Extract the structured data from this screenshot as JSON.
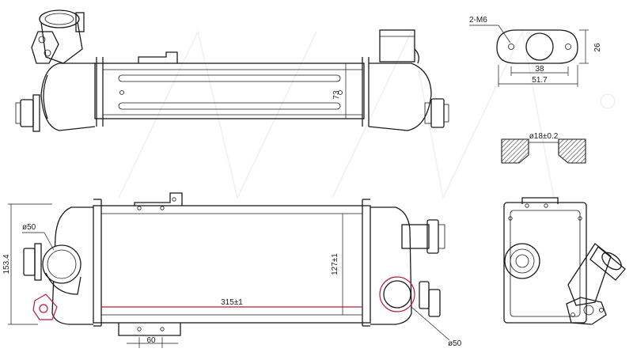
{
  "drawing": {
    "labels": {
      "bolt_note": "2-M6",
      "flange_height": "26",
      "bolt_spacing": "38",
      "flange_width": "51.7",
      "top_core_height": "73",
      "hole_diameter": "ø18±0.2",
      "inlet_diameter": "ø50",
      "overall_height": "153.4",
      "core_height": "127±1",
      "core_length": "315±1",
      "bracket_spacing": "60",
      "outlet_diameter": "ø50"
    },
    "colors": {
      "line": "#1a1a1a",
      "accent": "#c0183a",
      "hatch": "#555555",
      "watermark": "#eef0f3"
    }
  }
}
